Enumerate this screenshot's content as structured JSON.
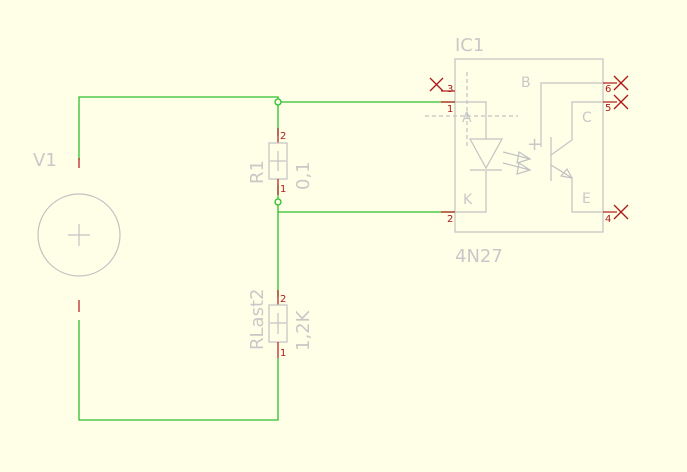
{
  "schematic": {
    "colors": {
      "background": "#ffffe8",
      "wire": "#2cbf2c",
      "component": "#c2c2c2",
      "pin": "#b01818"
    },
    "v1": {
      "name": "V1"
    },
    "r1": {
      "name": "R1",
      "value": "0,1",
      "pin_top": "2",
      "pin_bottom": "1"
    },
    "rlast2": {
      "name": "RLast2",
      "value": "1,2K",
      "pin_top": "2",
      "pin_bottom": "1"
    },
    "ic1": {
      "name": "IC1",
      "part": "4N27",
      "labels": {
        "anode": "A",
        "cathode": "K",
        "base": "B",
        "collector": "C",
        "emitter": "E",
        "plus": "+"
      },
      "pins": {
        "p1": "1",
        "p2": "2",
        "p3": "3",
        "p4": "4",
        "p5": "5",
        "p6": "6"
      }
    }
  }
}
